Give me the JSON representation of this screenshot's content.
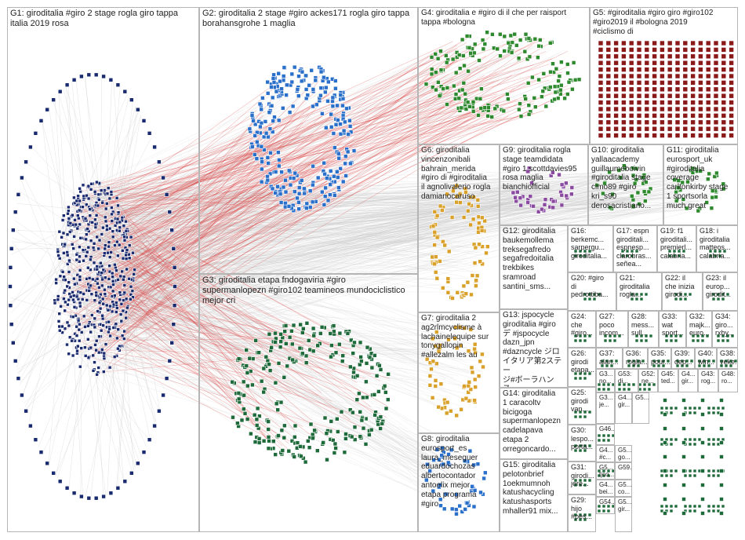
{
  "colors": {
    "edge_gray": "#c8c8c8",
    "edge_red": "#d93030",
    "node_navy": "#1a2a6e",
    "node_blue": "#2a6fc9",
    "node_green": "#2f8a2f",
    "node_darkgreen": "#1f6a3a",
    "node_maroon": "#8a1a1a",
    "node_orange": "#d9a02a",
    "node_purple": "#8a4aa0"
  },
  "groups": [
    {
      "id": "G1",
      "label": "G1: giroditalia #giro 2 stage rogla giro tappa\nitalia 2019 rosa"
    },
    {
      "id": "G2",
      "label": "G2: giroditalia 2 stage #giro ackes171 rogla giro tappa\nborahansgrohe 1 maglia"
    },
    {
      "id": "G3",
      "label": "G3: giroditalia etapa fndogaviria #giro\nsupermanlopezn #giro102 teamineos mundociclistico\nmejor cri"
    },
    {
      "id": "G4",
      "label": "G4: giroditalia e #giro di il che per raisport\ntappa #bologna"
    },
    {
      "id": "G5",
      "label": "G5: #giroditalia #giro giro #giro102\n#giro2019 il #bologna 2019\n#ciclismo di"
    },
    {
      "id": "G6",
      "label": "G6: giroditalia\nvincenzonibali\nbahrain_merida\n#giro di #giroditalia\nil agnolivalerio rogla\ndamianocaruso"
    },
    {
      "id": "G7",
      "label": "G7: giroditalia 2\nag2rlmcyclisme à\nlachainelequipe sur\ntonygallopin\n#allezalm les au"
    },
    {
      "id": "G8",
      "label": "G8: giroditalia\neurosport_es\nlaura_meseguer\neduardochozas\nalbertocontador\nantoelix mejor\netapa programa\n#giro"
    },
    {
      "id": "G9",
      "label": "G9: giroditalia rogla\nstage teamdidata\n#giro 1 scottdavies95\nrosa maglia\nbianchiofficial"
    },
    {
      "id": "G10",
      "label": "G10: giroditalia\nyallaacademy\nguillaumeboivin\n#giroditalia stage\ncimo89 #giro\nkri_s90\nderosacristiano..."
    },
    {
      "id": "G11",
      "label": "G11: giroditalia\neurosport_uk\n#giroditalia\ncoverage\ncarltonkirby stage\n1 sportsorla\nmuch great"
    },
    {
      "id": "G12",
      "label": "G12: giroditalia\nbaukemollema\ntreksegafredo\nsegafredoitalia\ntrekbikes\nsramroad\nsantini_sms..."
    },
    {
      "id": "G13",
      "label": "G13: jspocycle\ngiroditalia #giro\nデ #jspocycle\ndazn_jpn\n#daznсycle ジロ\nイタリア第2ステー\nジ#ボーラハンス..."
    },
    {
      "id": "G14",
      "label": "G14: giroditalia\n1 caracoltv\nbicigoga\nsupermanlopezn\ncadelapava\netapa 2\norregoncardo..."
    },
    {
      "id": "G15",
      "label": "G15: giroditalia\npelotonbrief\n1oekmumnoh\nkatushacycling\nkatushasports\nmhaller91 mix..."
    },
    {
      "id": "G16",
      "label": "G16:\nberkemc...\nsarpergu...\ngiroditalia..."
    },
    {
      "id": "G17",
      "label": "G17: espn\ngiroditali...\nespnesp...\nclarobras...\nseñea..."
    },
    {
      "id": "G19",
      "label": "G19: f1\ngiroditali...\npremierl...\ncalabria..."
    },
    {
      "id": "G18",
      "label": "G18: i\ngiroditalia\nmatteos...\ncalabria..."
    },
    {
      "id": "G20",
      "label": "G20: #giro\ndi\npedrottiba..."
    },
    {
      "id": "G21",
      "label": "G21:\ngiroditalia\nrogla..."
    },
    {
      "id": "G22",
      "label": "G22: il\nche inizia\ngirodi..."
    },
    {
      "id": "G23",
      "label": "G23: il\neurop...\ngirodit..."
    },
    {
      "id": "G24",
      "label": "G24:\nche\n#giro..."
    },
    {
      "id": "G27",
      "label": "G27:\npoco\nincom..."
    },
    {
      "id": "G28",
      "label": "G28:\nmess...\nsull..."
    },
    {
      "id": "G33",
      "label": "G33:\nwat\nsport..."
    },
    {
      "id": "G32",
      "label": "G32:\nmajk...\neuro..."
    },
    {
      "id": "G34",
      "label": "G34:\ngiro...\nrxby..."
    },
    {
      "id": "G26",
      "label": "G26:\ngirodi\netapa..."
    },
    {
      "id": "G37",
      "label": "G37:\nalan..."
    },
    {
      "id": "G36",
      "label": "G36:\nrogla..."
    },
    {
      "id": "G35",
      "label": "G35:\npour..."
    },
    {
      "id": "G39",
      "label": "G39:\ndep..."
    },
    {
      "id": "G40",
      "label": "G40:\nwin..."
    },
    {
      "id": "G38",
      "label": "G38:\nveke..."
    },
    {
      "id": "G3x",
      "label": "G3...\nno..."
    },
    {
      "id": "G53",
      "label": "G53:\ndi..."
    },
    {
      "id": "G52",
      "label": "G52:\nne..."
    },
    {
      "id": "G45",
      "label": "G45:\nted..."
    },
    {
      "id": "G4x",
      "label": "G4...\ngir..."
    },
    {
      "id": "G43",
      "label": "G43:\nrog..."
    },
    {
      "id": "G48",
      "label": "G48:\nro..."
    },
    {
      "id": "G25",
      "label": "G25:\ngirodi\nvan..."
    },
    {
      "id": "G3y",
      "label": "G3...\nje..."
    },
    {
      "id": "G4y",
      "label": "G4...\ngir..."
    },
    {
      "id": "G5a",
      "label": "G5..."
    },
    {
      "id": "G46",
      "label": "G46..."
    },
    {
      "id": "G30",
      "label": "G30:\nlespo...\nporta..."
    },
    {
      "id": "G4z",
      "label": "G4...\n#c..."
    },
    {
      "id": "G5b",
      "label": "G5...\ngo..."
    },
    {
      "id": "G31",
      "label": "G31:\ngirodi...\njere..."
    },
    {
      "id": "G5c",
      "label": "G5...\ntjco..."
    },
    {
      "id": "G59",
      "label": "G59..."
    },
    {
      "id": "G4w",
      "label": "G4...\nbei..."
    },
    {
      "id": "G5d",
      "label": "G5...\nco..."
    },
    {
      "id": "G29",
      "label": "G29:\nhijo\n#pes..."
    },
    {
      "id": "G54",
      "label": "G54..."
    },
    {
      "id": "G5e",
      "label": "G5...\ngir..."
    }
  ]
}
